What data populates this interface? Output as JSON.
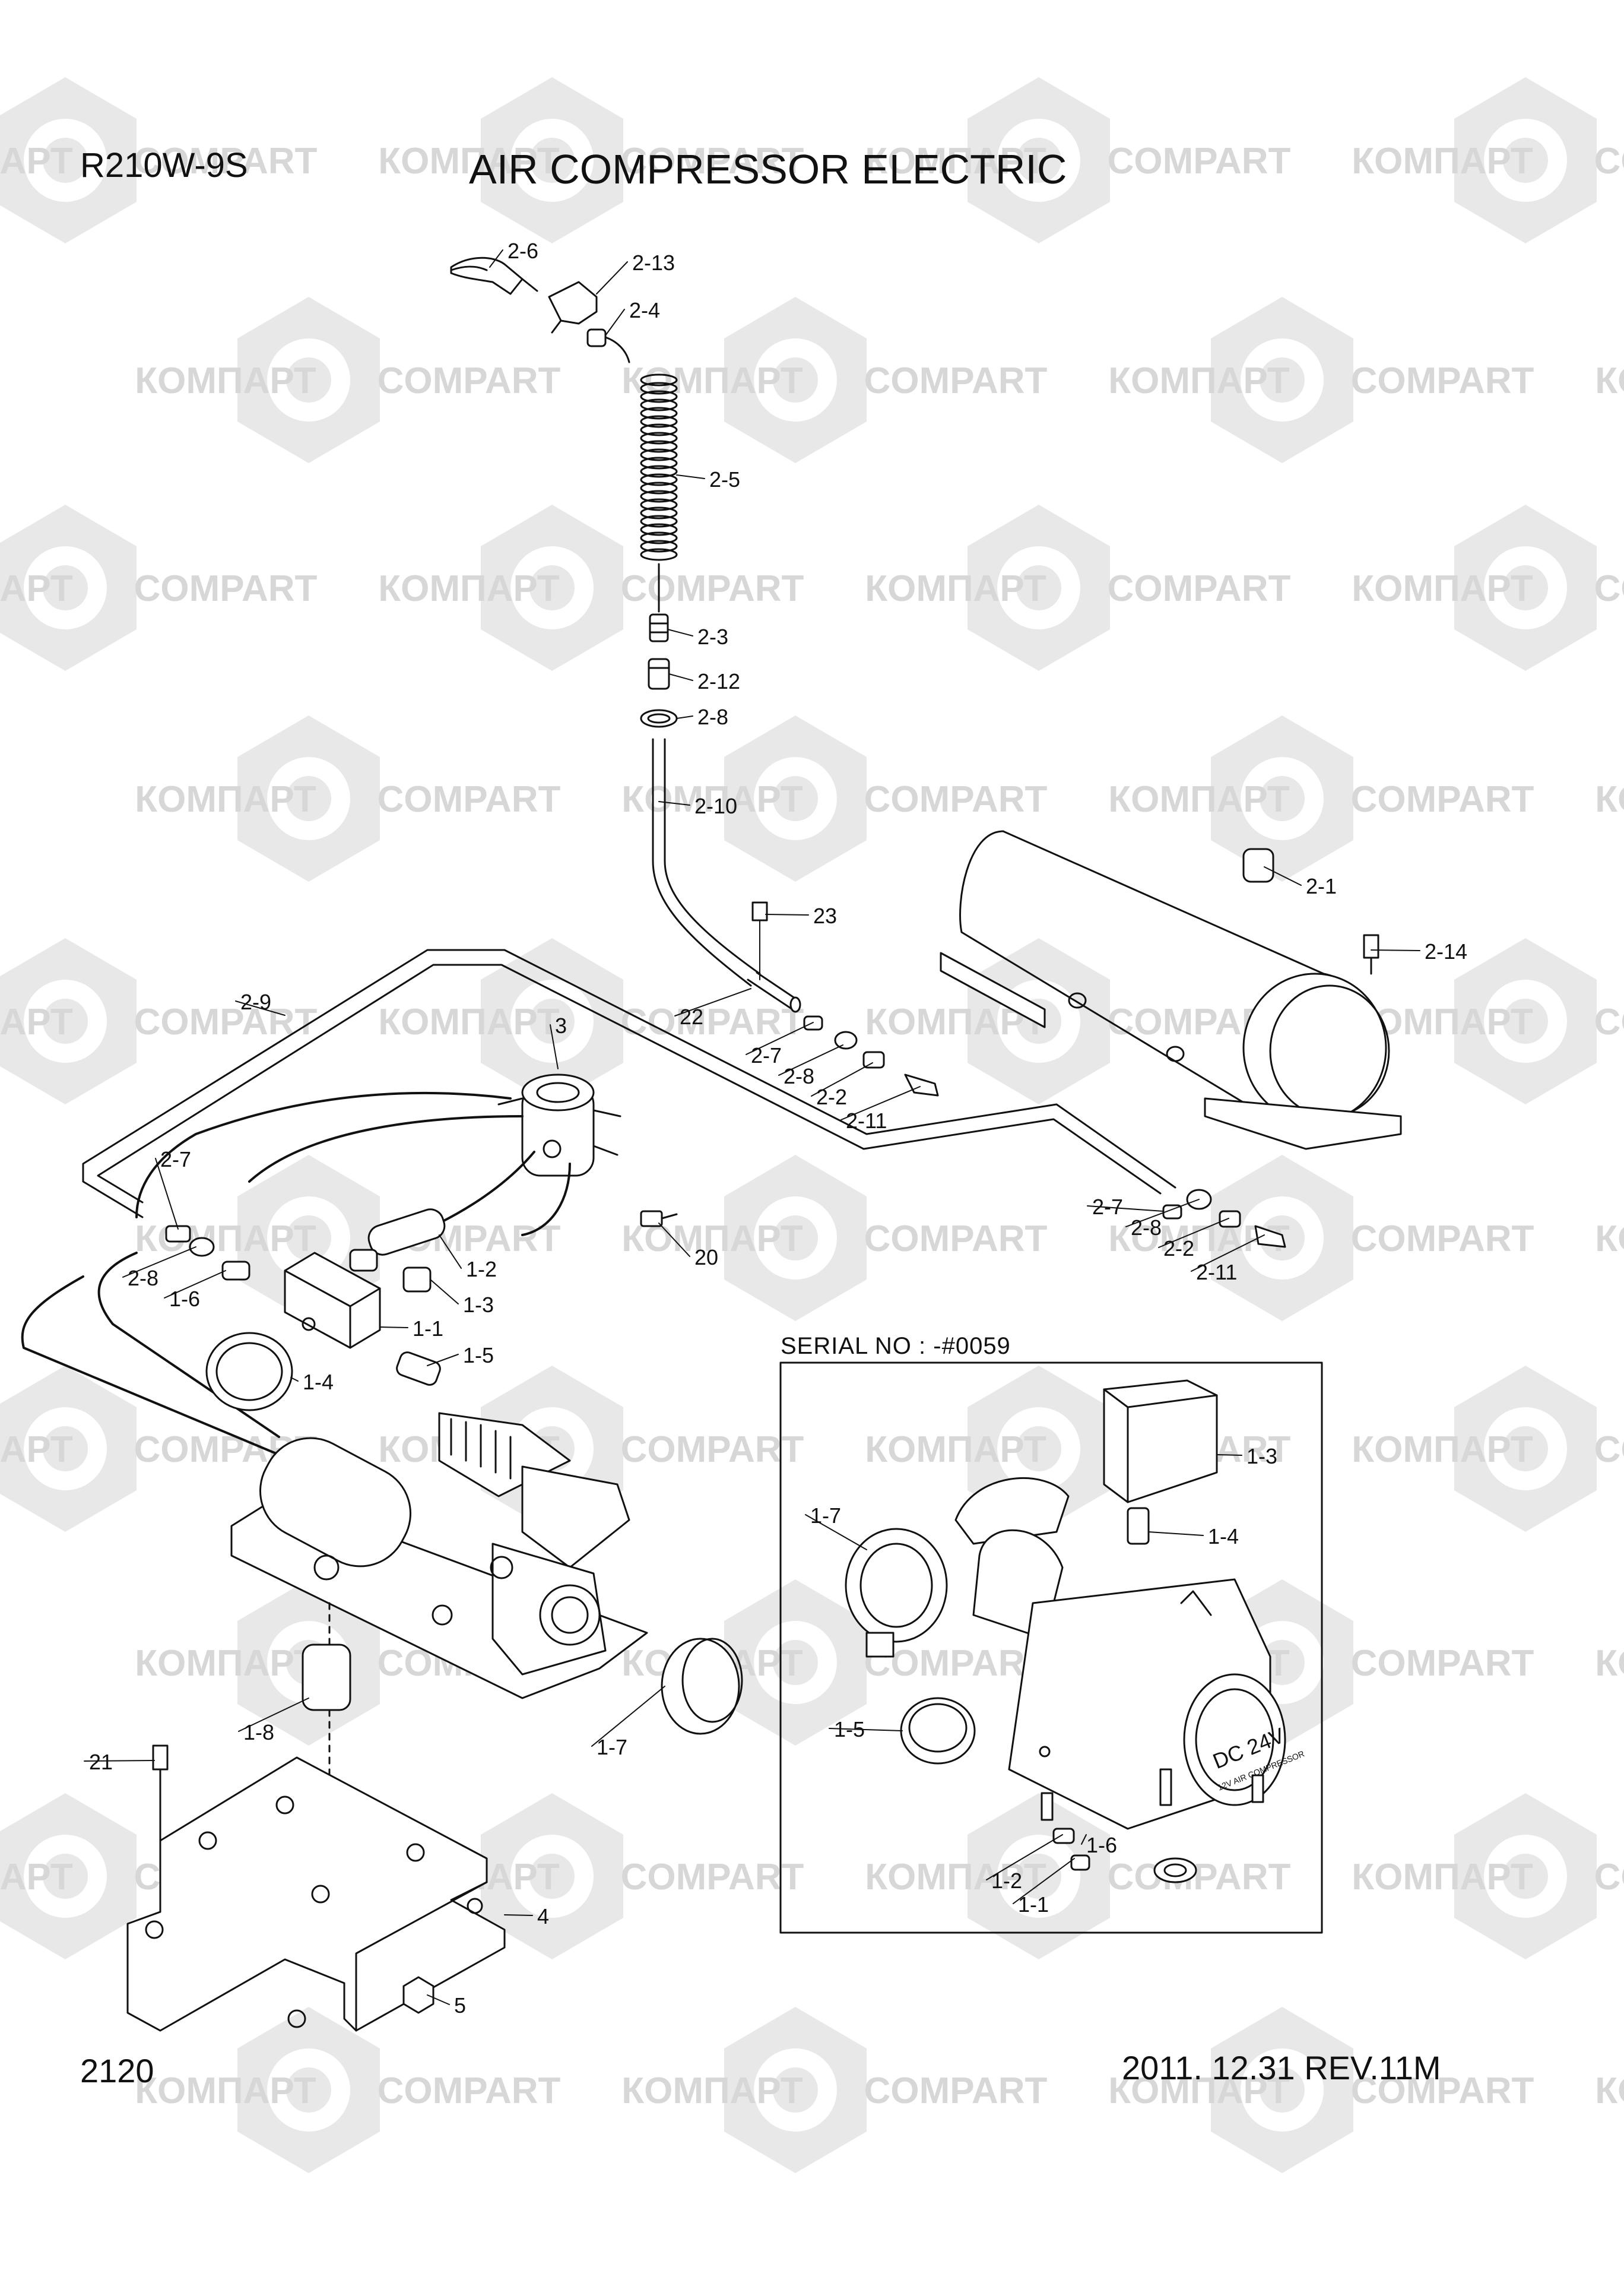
{
  "header": {
    "model": "R210W-9S",
    "title": "AIR COMPRESSOR ELECTRIC"
  },
  "footer": {
    "page_number": "2120",
    "revision": "2011. 12.31  REV.11M"
  },
  "inset": {
    "serial_label": "SERIAL NO : -#0059",
    "nameplate_main": "DC 24V",
    "nameplate_sub": "12V AIR COMPRESSOR"
  },
  "watermark": {
    "latin": "COMPART",
    "cyrillic": "КОМПАРТ"
  },
  "callouts": [
    "2-6",
    "2-13",
    "2-4",
    "2-5",
    "2-3",
    "2-12",
    "2-8",
    "2-10",
    "2-1",
    "2-14",
    "23",
    "22",
    "2-7",
    "2-8",
    "2-2",
    "2-11",
    "2-9",
    "3",
    "2-7",
    "2-8",
    "1-6",
    "1-2",
    "1-3",
    "1-1",
    "20",
    "2-7",
    "2-8",
    "2-2",
    "2-11",
    "1-5",
    "1-4",
    "1-8",
    "1-7",
    "21",
    "4",
    "5",
    "1-3",
    "1-7",
    "1-4",
    "1-5",
    "1-6",
    "1-2",
    "1-1"
  ],
  "colors": {
    "line": "#111111",
    "watermark": "#dadada",
    "background": "#ffffff"
  }
}
